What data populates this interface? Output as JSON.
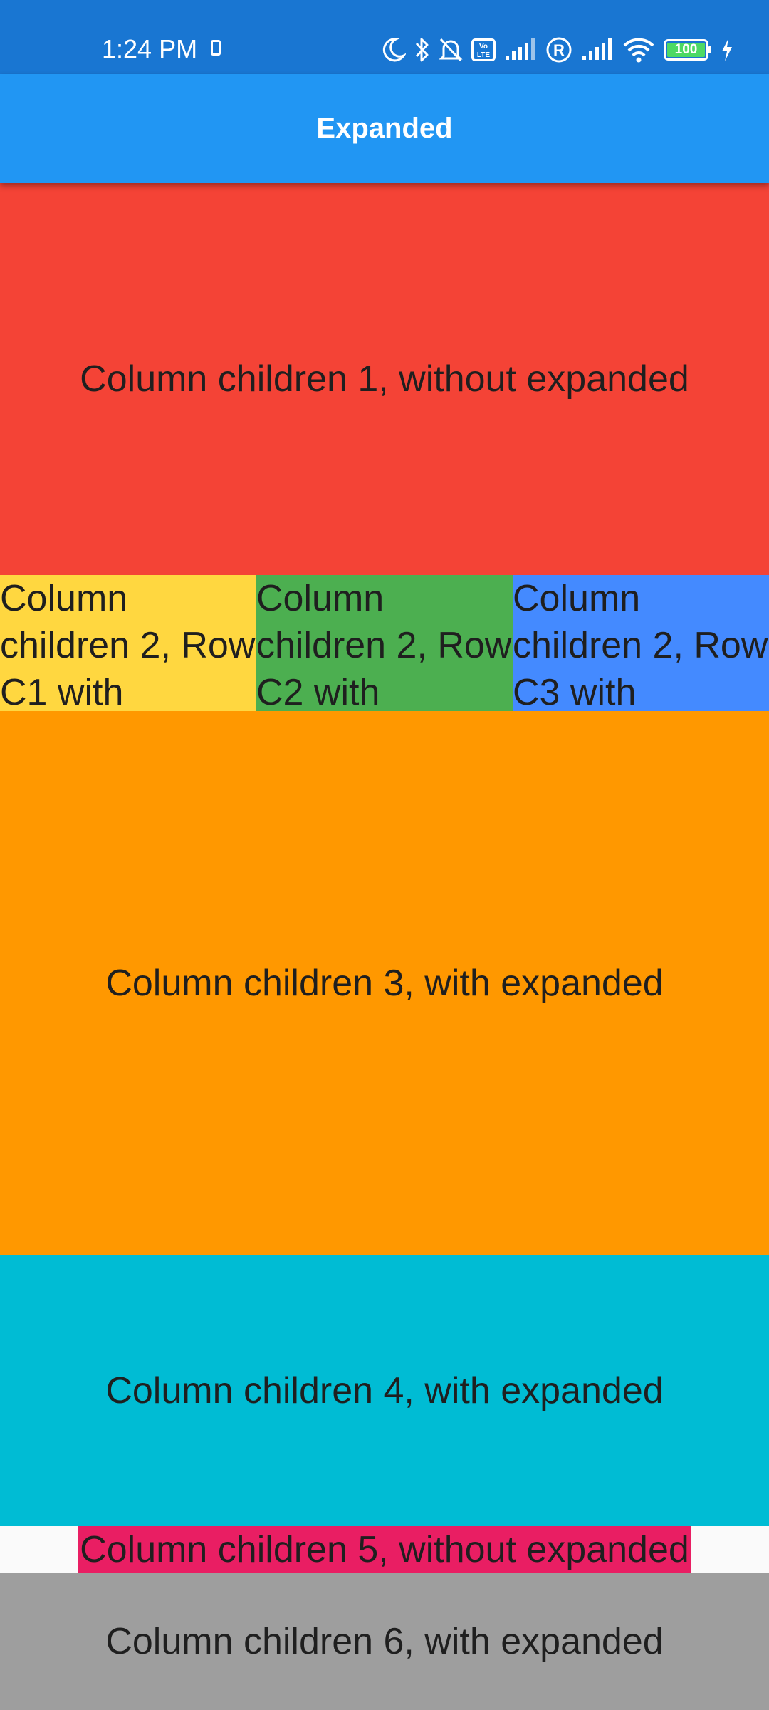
{
  "status_bar": {
    "time": "1:24 PM",
    "battery": "100",
    "background": "#1976d2",
    "icons": [
      "sim-card-icon",
      "moon-icon",
      "bluetooth-icon",
      "bell-off-icon",
      "volte-icon",
      "signal-icon",
      "registered-icon",
      "signal-icon",
      "wifi-icon",
      "battery-icon",
      "charging-icon"
    ]
  },
  "app_bar": {
    "title": "Expanded",
    "background": "#2196f3"
  },
  "column": {
    "child1": {
      "label": "Column children 1, without expanded",
      "color": "#f44336"
    },
    "child2": {
      "cells": [
        {
          "label": "Column children 2, Row C1 with",
          "color": "#ffd740"
        },
        {
          "label": "Column children 2, Row C2 with",
          "color": "#4caf50"
        },
        {
          "label": "Column children 2, Row C3 with",
          "color": "#448aff"
        }
      ]
    },
    "child3": {
      "label": "Column children 3, with expanded",
      "color": "#ff9800"
    },
    "child4": {
      "label": "Column children 4, with expanded",
      "color": "#00bcd4"
    },
    "child5": {
      "label": "Column children 5, without expanded",
      "color": "#e91e63"
    },
    "child6": {
      "label": "Column children 6, with expanded",
      "color": "#9e9e9e"
    }
  }
}
